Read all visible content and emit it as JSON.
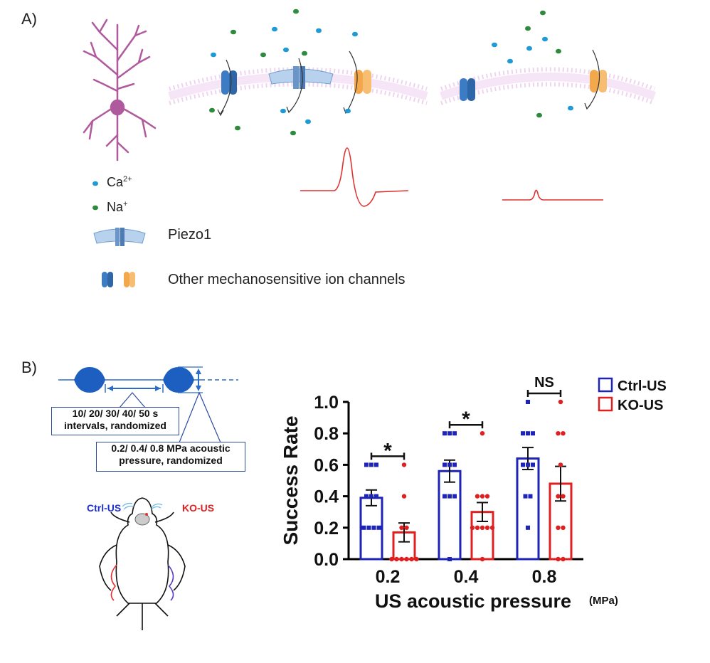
{
  "panelA": {
    "label": "A)",
    "legend": {
      "ca": "Ca",
      "ca_sup": "2+",
      "na": "Na",
      "na_sup": "+",
      "piezo": "Piezo1",
      "other": "Other mechanosensitive ion channels"
    },
    "colors": {
      "ca": "#1e9ad6",
      "na": "#2e8b3e",
      "membrane": "#e7c8ea",
      "neuron": "#b05a9e",
      "trace": "#e03131",
      "channel_blue": "#3c7cc4",
      "channel_orange": "#f3a84b",
      "piezo": "#8db7e2"
    }
  },
  "panelB": {
    "label": "B)",
    "protocol": {
      "interval_box": [
        "10/ 20/ 30/ 40/ 50 s",
        "intervals, randomized"
      ],
      "pressure_box": [
        "0.2/ 0.4/ 0.8 MPa acoustic",
        "pressure, randomized"
      ]
    },
    "mouse": {
      "ctrl_label": "Ctrl-US",
      "ko_label": "KO-US"
    },
    "unit_label": "(MPa)"
  },
  "chart_data": {
    "type": "bar",
    "categories": [
      "0.2",
      "0.4",
      "0.8"
    ],
    "xlabel": "US acoustic pressure",
    "ylabel": "Success Rate",
    "ylim": [
      0,
      1.0
    ],
    "yticks": [
      "0.0",
      "0.2",
      "0.4",
      "0.6",
      "0.8",
      "1.0"
    ],
    "series": [
      {
        "name": "Ctrl-US",
        "color": "#1f24b8",
        "values": [
          0.39,
          0.56,
          0.64
        ],
        "sem": [
          0.05,
          0.07,
          0.07
        ],
        "points": [
          [
            0.6,
            0.6,
            0.6,
            0.4,
            0.4,
            0.4,
            0.2,
            0.2,
            0.2,
            0.2
          ],
          [
            0.8,
            0.8,
            0.8,
            0.6,
            0.6,
            0.6,
            0.4,
            0.4,
            0.4,
            0.0
          ],
          [
            1.0,
            0.8,
            0.8,
            0.8,
            0.6,
            0.6,
            0.6,
            0.4,
            0.4,
            0.2
          ]
        ]
      },
      {
        "name": "KO-US",
        "color": "#e02020",
        "values": [
          0.17,
          0.3,
          0.48
        ],
        "sem": [
          0.06,
          0.06,
          0.11
        ],
        "points": [
          [
            0.6,
            0.4,
            0.2,
            0.2,
            0.0,
            0.0,
            0.0,
            0.0,
            0.0,
            0.0
          ],
          [
            0.8,
            0.4,
            0.4,
            0.4,
            0.2,
            0.2,
            0.2,
            0.2,
            0.2,
            0.0
          ],
          [
            1.0,
            0.8,
            0.8,
            0.6,
            0.4,
            0.4,
            0.2,
            0.2,
            0.0,
            0.0
          ]
        ]
      }
    ],
    "significance": [
      "*",
      "*",
      "NS"
    ],
    "legend_position": "top-right"
  }
}
